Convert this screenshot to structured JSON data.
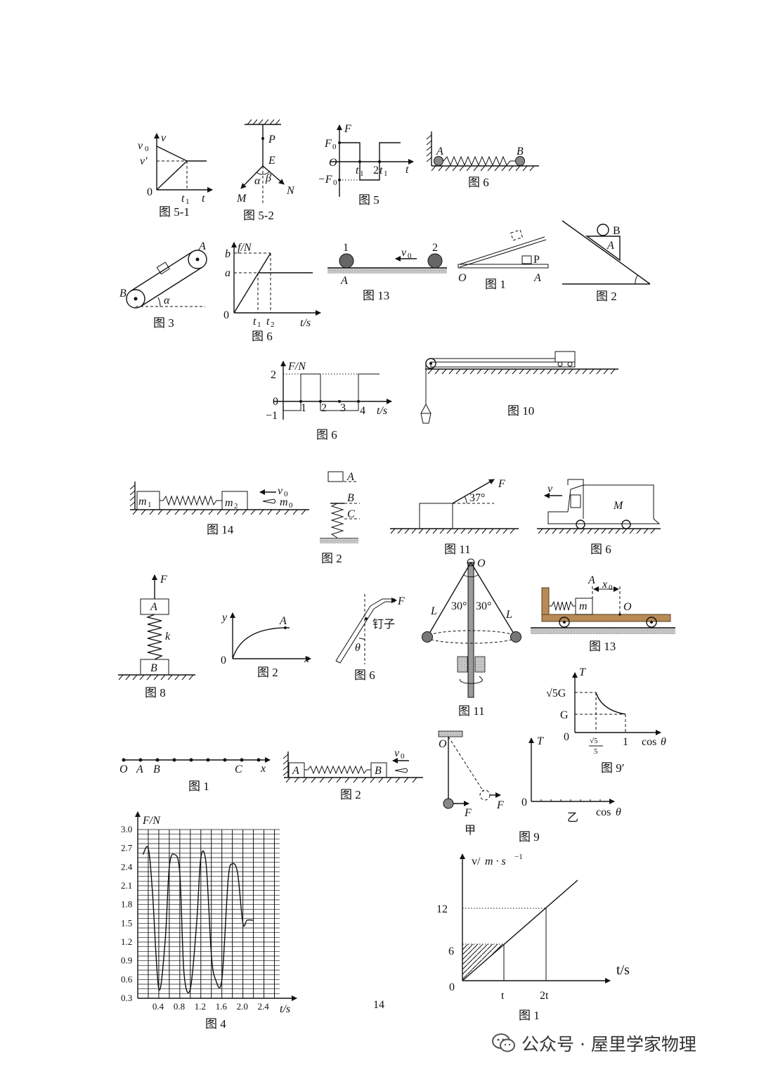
{
  "page_number": "14",
  "watermark": {
    "text": "公众号 · 屋里学家物理",
    "icon": "wechat-icon"
  },
  "captions": {
    "fig5_1": "图 5-1",
    "fig5_2": "图 5-2",
    "fig5": "图 5",
    "fig6_spring": "图 6",
    "fig3_belt": "图 3",
    "fig6_fn": "图 6",
    "fig13_balls": "图 13",
    "fig1_board": "图 1",
    "fig2_wedge": "图 2",
    "fig6_square": "图 6",
    "fig10": "图 10",
    "fig14": "图 14",
    "fig2_abc": "图 2",
    "fig11_block": "图 11",
    "fig6_truck": "图 6",
    "fig8": "图 8",
    "fig2_curve": "图 2",
    "fig6_rod": "图 6",
    "fig11_cone": "图 11",
    "fig13_cart": "图 13",
    "fig9p": "图 9′",
    "fig1_line": "图 1",
    "fig2_spring": "图 2",
    "fig9": "图 9",
    "fig4": "图 4",
    "fig1_vt": "图 1"
  },
  "labels": {
    "v": "v",
    "v0": "v",
    "v0_sub": "0",
    "vprime": "v′",
    "zero": "0",
    "t": "t",
    "t1": "t",
    "t1_sub": "1",
    "t2_sub": "2",
    "P": "P",
    "E": "E",
    "M": "M",
    "N": "N",
    "alpha": "α",
    "beta": "β",
    "F": "F",
    "F0": "F",
    "O": "O",
    "negF0": "−F",
    "two": "2",
    "A": "A",
    "B": "B",
    "C": "C",
    "m": "m",
    "k": "k",
    "x": "x",
    "y": "y",
    "L": "L",
    "fN": "f/N",
    "a": "a",
    "b": "b",
    "ts": "t/s",
    "FN": "F/N",
    "one": "1",
    "three": "3",
    "four": "4",
    "neg1": "−1",
    "m1": "m",
    "m2": "m",
    "m0": "m",
    "deg37": "37°",
    "deg30": "30°",
    "nail": "钉子",
    "theta": "θ",
    "x0": "x",
    "T": "T",
    "sqrt5G": "√5G",
    "G": "G",
    "cos": "cos",
    "sqrt5": "√5",
    "five": "5",
    "jia": "甲",
    "yi": "乙",
    "vms": "v/",
    "twelve": "12",
    "six": "6",
    "t_plain": "t",
    "two_t": "2t"
  },
  "chart_data": [
    {
      "type": "line",
      "name": "图 4",
      "ylabel": "F/N",
      "xlabel": "t/s",
      "x_ticks": [
        0.4,
        0.8,
        1.2,
        1.6,
        2.0,
        2.4
      ],
      "y_ticks": [
        0.3,
        0.6,
        0.9,
        1.2,
        1.5,
        1.8,
        2.1,
        2.4,
        2.7,
        3.0
      ],
      "xlim": [
        0,
        2.7
      ],
      "ylim": [
        0.3,
        3.0
      ],
      "grid": true,
      "x": [
        0.1,
        0.2,
        0.28,
        0.4,
        0.52,
        0.6,
        0.7,
        0.8,
        0.88,
        1.0,
        1.12,
        1.2,
        1.3,
        1.4,
        1.48,
        1.6,
        1.72,
        1.8,
        1.9,
        2.0,
        2.08,
        2.2
      ],
      "values": [
        2.6,
        2.7,
        2.0,
        0.45,
        1.2,
        2.4,
        2.6,
        2.3,
        0.7,
        0.45,
        1.5,
        2.55,
        2.45,
        1.0,
        0.6,
        0.6,
        2.2,
        2.45,
        2.3,
        1.5,
        1.55,
        1.55
      ]
    },
    {
      "type": "line",
      "name": "图 1",
      "ylabel": "v/m·s⁻¹",
      "xlabel": "t/s",
      "x_ticks": [
        "0",
        "t",
        "2t"
      ],
      "y_ticks": [
        6,
        12
      ],
      "x": [
        0,
        1,
        2
      ],
      "values": [
        0,
        6,
        12
      ]
    }
  ]
}
